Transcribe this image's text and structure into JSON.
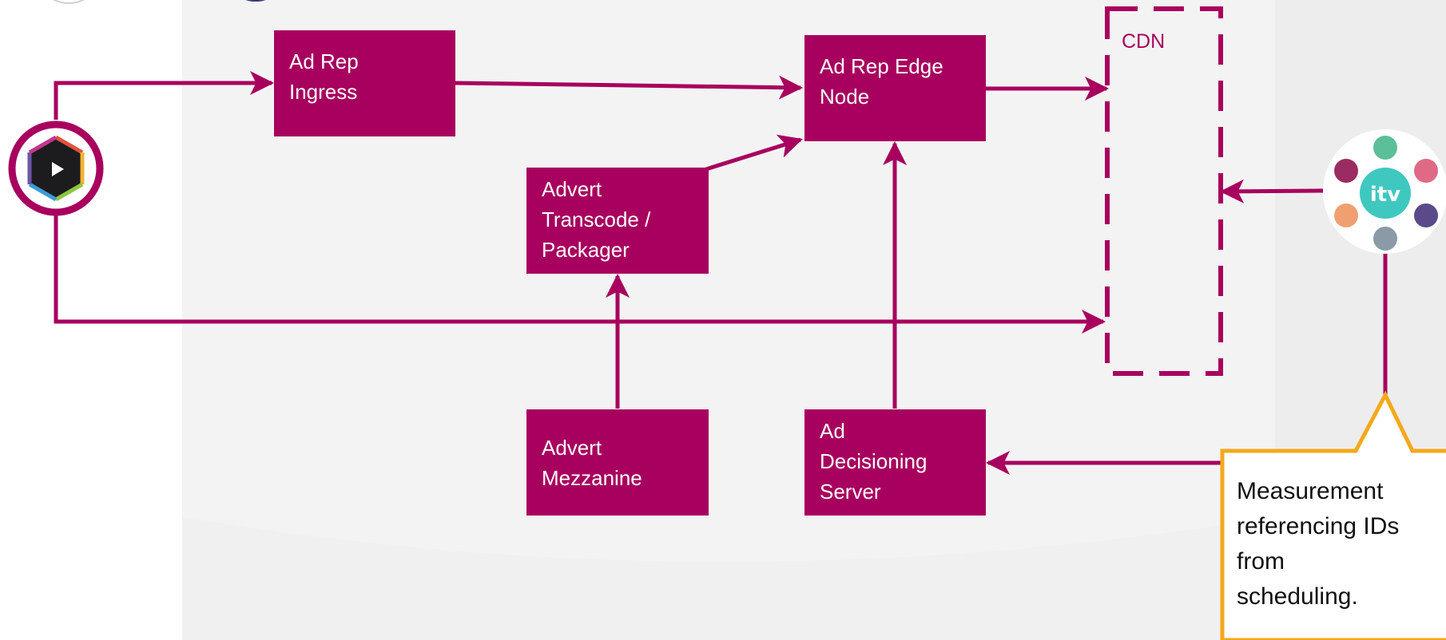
{
  "boxes": {
    "ad_rep_ingress": [
      "Ad Rep",
      "Ingress"
    ],
    "ad_rep_edge_node": [
      "Ad Rep Edge",
      "Node"
    ],
    "advert_transcode": [
      "Advert",
      "Transcode /",
      "Packager"
    ],
    "advert_mezzanine": [
      "Advert",
      "Mezzanine"
    ],
    "ad_decisioning": [
      "Ad",
      "Decisioning",
      "Server"
    ]
  },
  "cdn_label": "CDN",
  "callout": [
    "Measurement",
    "referencing IDs",
    "from",
    "scheduling."
  ],
  "colors": {
    "accent": "#a8005e",
    "callout_border": "#f5a81c",
    "panel": "#f3f3f4",
    "itv_teal": "#3fc8c0"
  },
  "icons": [
    "video-player-icon",
    "itv-logo-icon"
  ]
}
